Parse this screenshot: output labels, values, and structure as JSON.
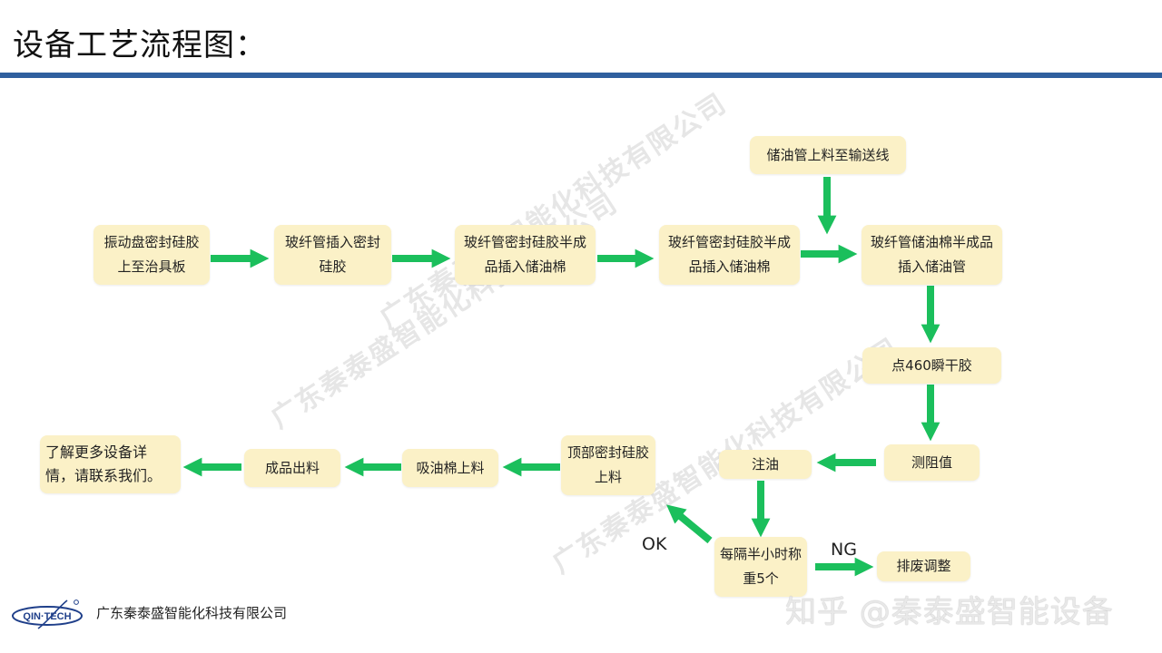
{
  "title": "设备工艺流程图：",
  "watermark_company": "广东秦泰盛智能化科技有限公司",
  "nodes": {
    "n1": "振动盘密封硅胶上至治具板",
    "n2": "玻纤管插入密封硅胶",
    "n3": "玻纤管密封硅胶半成品插入储油棉",
    "n4": "玻纤管密封硅胶半成品插入储油棉",
    "n_top": "储油管上料至输送线",
    "n5": "玻纤管储油棉半成品插入储油管",
    "n6": "点460瞬干胶",
    "n7": "测阻值",
    "n8": "注油",
    "n9": "每隔半小时称重5个",
    "n10": "排废调整",
    "n11": "顶部密封硅胶上料",
    "n12": "吸油棉上料",
    "n13": "成品出料",
    "n14": "了解更多设备详情，请联系我们。"
  },
  "labels": {
    "ok": "OK",
    "ng": "NG"
  },
  "footer": {
    "company": "广东秦泰盛智能化科技有限公司",
    "logo_text": "QIN·TECH"
  },
  "zhihu_watermark": "知乎 @秦泰盛智能设备",
  "colors": {
    "arrow": "#1bbf5c",
    "box": "#fbf1c7",
    "rule": "#2f5f9e"
  }
}
